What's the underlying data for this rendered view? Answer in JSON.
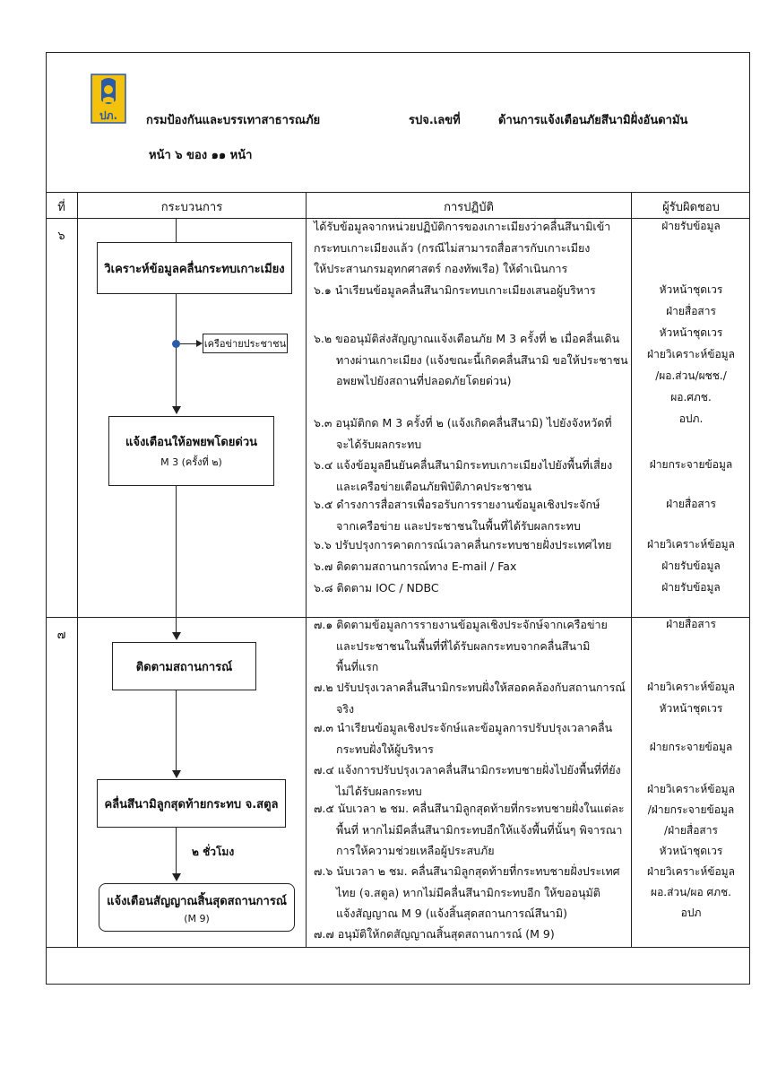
{
  "header": {
    "logo_text": "ปภ.",
    "department": "กรมป้องกันและบรรเทาสาธารณภัย",
    "doc_no_label": "รปจ.เลขที่",
    "doc_title": "ด้านการแจ้งเตือนภัยสึนามิฝั่งอันดามัน",
    "page_info": "หน้า ๖  ของ   ๑๑   หน้า"
  },
  "table": {
    "col_no": "ที่",
    "col_process": "กระบวนการ",
    "col_action": "การปฏิบัติ",
    "col_resp": "ผู้รับผิดชอบ"
  },
  "section6": {
    "no": "๖",
    "flow": {
      "box1": "วิเคราะห์ข้อมูลคลื่นกระทบเกาะเมียง",
      "side": "เครือข่ายประชาชน",
      "box2": "แจ้งเตือนให้อพยพโดยด่วน",
      "box2_sub": "M 3 (ครั้งที่ ๒)"
    },
    "intro": [
      "ได้รับข้อมูลจากหน่วยปฏิบัติการของเกาะเมียงว่าคลื่นสึนามิเข้า",
      "กระทบเกาะเมียงแล้ว (กรณีไม่สามารถสื่อสารกับเกาะเมียง",
      "ให้ประสานกรมอุทกศาสตร์ กองทัพเรือ) ให้ดำเนินการ"
    ],
    "steps": [
      [
        "๖.๑ นำเรียนข้อมูลคลื่นสึนามิกระทบเกาะเมียงเสนอผู้บริหาร"
      ],
      [
        "๖.๒ ขออนุมัติส่งสัญญาณแจ้งเตือนภัย M 3 ครั้งที่ ๒ เมื่อคลื่นเดิน",
        "ทางผ่านเกาะเมียง (แจ้งขณะนี้เกิดคลื่นสึนามิ ขอให้ประชาชน",
        "อพยพไปยังสถานที่ปลอดภัยโดยด่วน)"
      ],
      [
        "๖.๓ อนุมัติกด M 3 ครั้งที่ ๒ (แจ้งเกิดคลื่นสึนามิ) ไปยังจังหวัดที่",
        "จะได้รับผลกระทบ"
      ],
      [
        "๖.๔ แจ้งข้อมูลยืนยันคลื่นสึนามิกระทบเกาะเมียงไปยังพื้นที่เสี่ยง",
        "และเครือข่ายเตือนภัยพิบัติภาคประชาชน"
      ],
      [
        "๖.๕ ดำรงการสื่อสารเพื่อรอรับการรายงานข้อมูลเชิงประจักษ์",
        "จากเครือข่าย และประชาชนในพื้นที่ได้รับผลกระทบ"
      ],
      [
        "๖.๖ ปรับปรุงการคาดการณ์เวลาคลื่นกระทบชายฝั่งประเทศไทย"
      ],
      [
        "๖.๗ ติดตามสถานการณ์ทาง E-mail / Fax"
      ],
      [
        "๖.๘ ติดตาม IOC / NDBC"
      ]
    ],
    "resp": [
      "ฝ่ายรับข้อมูล",
      "หัวหน้าชุดเวร",
      "ฝ่ายสื่อสาร",
      "หัวหน้าชุดเวร",
      "ฝ่ายวิเคราะห์ข้อมูล",
      "/ผอ.ส่วน/ผชช./",
      "ผอ.ศภช.",
      "อปภ.",
      "ฝ่ายกระจายข้อมูล",
      "ฝ่ายสื่อสาร",
      "ฝ่ายวิเคราะห์ข้อมูล",
      "ฝ่ายรับข้อมูล",
      "ฝ่ายรับข้อมูล"
    ]
  },
  "section7": {
    "no": "๗",
    "flow": {
      "box1": "ติดตามสถานการณ์",
      "box2": "คลื่นสึนามิลูกสุดท้ายกระทบ จ.สตูล",
      "between": "๒ ชั่วโมง",
      "box3": "แจ้งเตือนสัญญาณสิ้นสุดสถานการณ์",
      "box3_sub": "(M 9)"
    },
    "steps": [
      [
        "๗.๑ ติดตามข้อมูลการรายงานข้อมูลเชิงประจักษ์จากเครือข่าย",
        "และประชาชนในพื้นที่ที่ได้รับผลกระทบจากคลื่นสึนามิ",
        "พื้นที่แรก"
      ],
      [
        "๗.๒ ปรับปรุงเวลาคลื่นสึนามิกระทบฝั่งให้สอดคล้องกับสถานการณ์",
        "จริง"
      ],
      [
        "๗.๓ นำเรียนข้อมูลเชิงประจักษ์และข้อมูลการปรับปรุงเวลาคลื่น",
        "กระทบฝั่งให้ผู้บริหาร"
      ],
      [
        "๗.๔ แจ้งการปรับปรุงเวลาคลื่นสึนามิกระทบชายฝั่งไปยังพื้นที่ที่ยัง",
        "ไม่ได้รับผลกระทบ"
      ],
      [
        "๗.๕ นับเวลา ๒ ชม. คลื่นสึนามิลูกสุดท้ายที่กระทบชายฝั่งในแต่ละ",
        "พื้นที่ หากไม่มีคลื่นสึนามิกระทบอีกให้แจ้งพื้นที่นั้นๆ พิจารณา",
        "การให้ความช่วยเหลือผู้ประสบภัย"
      ],
      [
        "๗.๖ นับเวลา ๒ ชม. คลื่นสึนามิลูกสุดท้ายที่กระทบชายฝั่งประเทศ",
        "ไทย (จ.สตูล) หากไม่มีคลื่นสึนามิกระทบอีก ให้ขออนุมัติ",
        "แจ้งสัญญาณ M 9 (แจ้งสิ้นสุดสถานการณ์สึนามิ)"
      ],
      [
        "๗.๗  อนุมัติให้กดสัญญาณสิ้นสุดสถานการณ์ (M 9)"
      ]
    ],
    "resp": [
      "ฝ่ายสื่อสาร",
      "ฝ่ายวิเคราะห์ข้อมูล",
      "หัวหน้าชุดเวร",
      "ฝ่ายกระจายข้อมูล",
      "ฝ่ายวิเคราะห์ข้อมูล",
      "/ฝ่ายกระจายข้อมูล",
      "/ฝ่ายสื่อสาร",
      "หัวหน้าชุดเวร",
      "ฝ่ายวิเคราะห์ข้อมูล",
      "ผอ.ส่วน/ผอ ศภช.",
      "อปภ"
    ]
  },
  "colors": {
    "logo_yellow": "#f4c20d",
    "logo_blue": "#2a5aa8",
    "line": "#222222"
  }
}
